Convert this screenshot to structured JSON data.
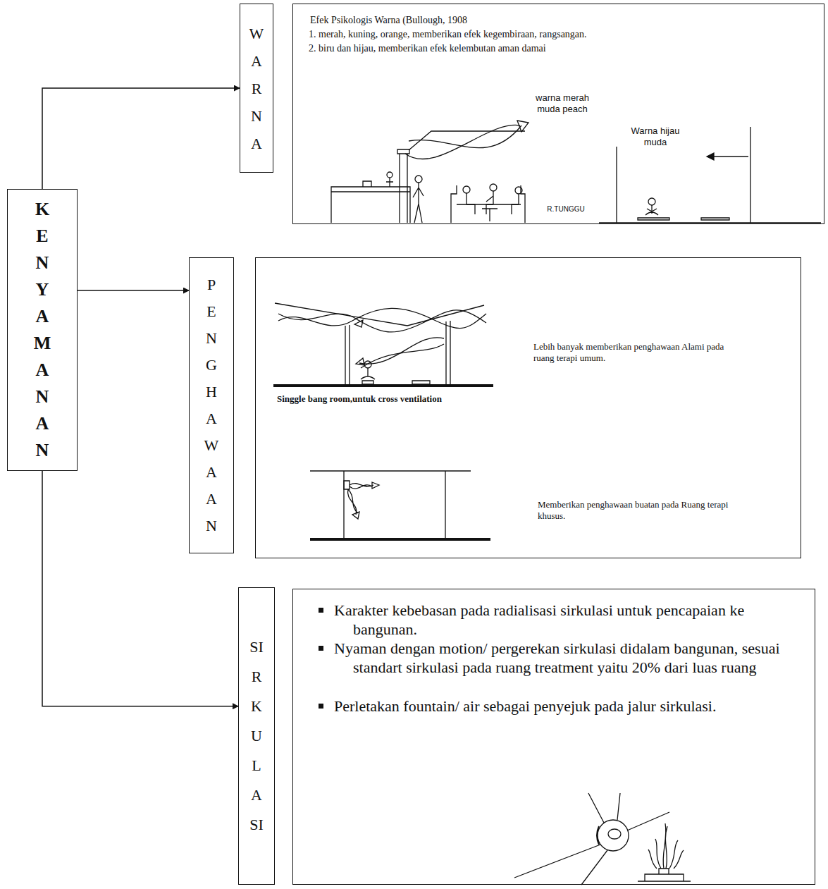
{
  "diagram": {
    "nodes": [
      {
        "text": [
          "KENYAMANAN"
        ]
      },
      {
        "text": [
          "WARNA"
        ]
      },
      {
        "text": [
          "Efek Psikologis Warna (Bullough, 1908",
          "1. merah, kuning, orange, memberikan efek kegembiraan, rangsangan.",
          "2. biru dan hijau, memberikan efek kelembutan aman damai"
        ]
      },
      {
        "text": [
          "PENGHAWAAN"
        ]
      },
      {
        "text": [
          "Lebih banyak memberikan penghawaan Alami pada ruang terapi umum.",
          "Singgle bang room,untuk cross ventilation",
          "Memberikan penghawaan buatan pada Ruang terapi khusus."
        ]
      },
      {
        "text": [
          "SIRKULASI"
        ]
      },
      {
        "text": [
          "Karakter kebebasan pada radialisasi sirkulasi untuk pencapaian ke bangunan.",
          "Nyaman dengan motion/ pergerekan sirkulasi didalam bangunan, sesuai standart sirkulasi pada ruang treatment yaitu 20% dari luas ruang",
          "Perletakan fountain/ air sebagai penyejuk pada jalur sirkulasi."
        ]
      }
    ],
    "edges": [
      {
        "from": 0,
        "to": 1,
        "arrow": "to"
      },
      {
        "from": 0,
        "to": 3,
        "arrow": "to"
      },
      {
        "from": 0,
        "to": 5,
        "arrow": "to"
      }
    ],
    "labels": [
      "warna merah muda peach",
      "Warna hijau muda",
      "R.TUNGGU"
    ]
  }
}
